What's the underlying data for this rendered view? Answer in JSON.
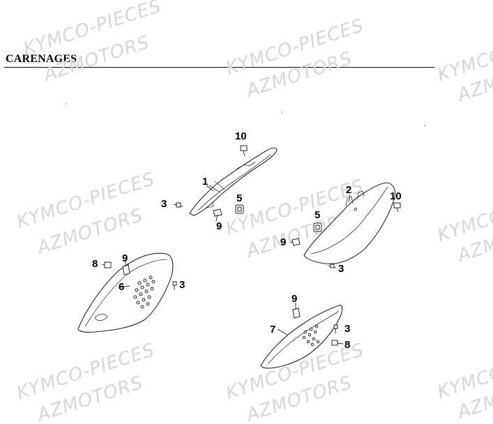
{
  "title": "CARENAGES",
  "watermark": {
    "line1": "KYMCO-PIECES",
    "line2": "AZMOTORS"
  },
  "callouts": {
    "c1": "1",
    "c2": "2",
    "c3a": "3",
    "c3b": "3",
    "c3c": "3",
    "c3d": "3",
    "c5a": "5",
    "c5b": "5",
    "c6": "6",
    "c7": "7",
    "c8a": "8",
    "c8b": "8",
    "c9a": "9",
    "c9b": "9",
    "c9c": "9",
    "c9d": "9",
    "c10a": "10",
    "c10b": "10"
  }
}
